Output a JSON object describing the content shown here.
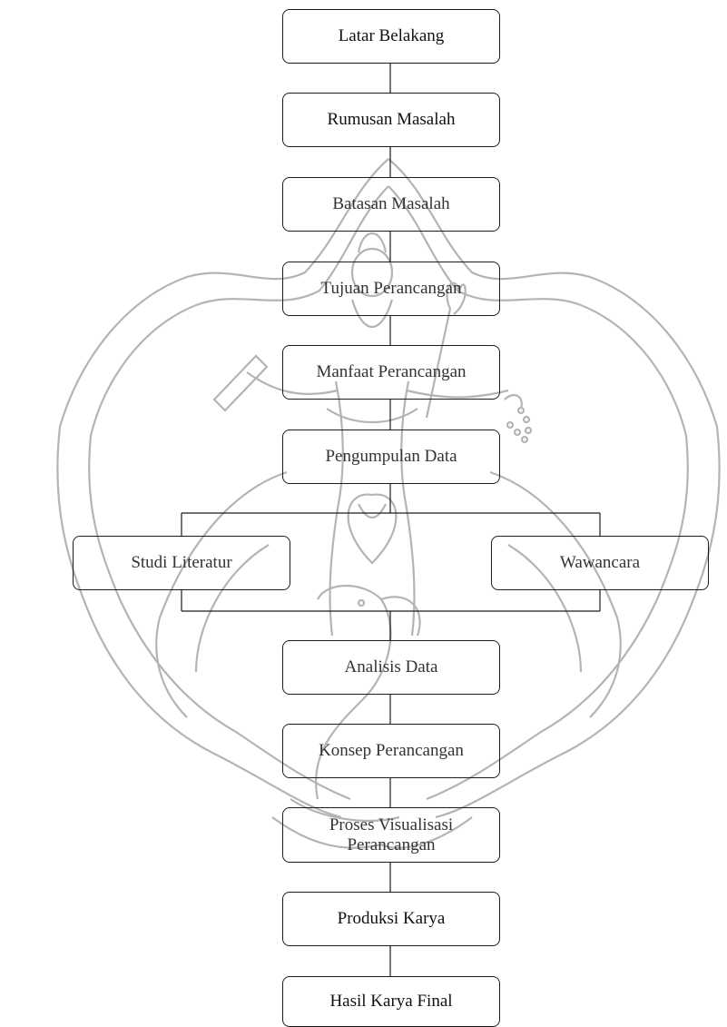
{
  "diagram": {
    "nodes": {
      "latar_belakang": "Latar Belakang",
      "rumusan_masalah": "Rumusan Masalah",
      "batasan_masalah": "Batasan Masalah",
      "tujuan_perancangan": "Tujuan Perancangan",
      "manfaat_perancangan": "Manfaat Perancangan",
      "pengumpulan_data": "Pengumpulan Data",
      "studi_literatur": "Studi Literatur",
      "wawancara": "Wawancara",
      "analisis_data": "Analisis Data",
      "konsep_perancangan": "Konsep Perancangan",
      "proses_visualisasi_line1": "Proses Visualisasi",
      "proses_visualisasi_line2": "Perancangan",
      "produksi_karya": "Produksi Karya",
      "hasil_karya_final": "Hasil Karya Final"
    },
    "edges": [
      [
        "latar_belakang",
        "rumusan_masalah"
      ],
      [
        "rumusan_masalah",
        "batasan_masalah"
      ],
      [
        "batasan_masalah",
        "tujuan_perancangan"
      ],
      [
        "tujuan_perancangan",
        "manfaat_perancangan"
      ],
      [
        "manfaat_perancangan",
        "pengumpulan_data"
      ],
      [
        "pengumpulan_data",
        "studi_literatur"
      ],
      [
        "pengumpulan_data",
        "wawancara"
      ],
      [
        "studi_literatur",
        "analisis_data"
      ],
      [
        "wawancara",
        "analisis_data"
      ],
      [
        "analisis_data",
        "konsep_perancangan"
      ],
      [
        "konsep_perancangan",
        "proses_visualisasi"
      ],
      [
        "proses_visualisasi",
        "produksi_karya"
      ],
      [
        "produksi_karya",
        "hasil_karya_final"
      ]
    ]
  },
  "watermark": {
    "icon": "university-emblem-icon",
    "color": "#b4b4b4"
  },
  "colors": {
    "border": "#1c1c1c",
    "text": "#111111"
  }
}
